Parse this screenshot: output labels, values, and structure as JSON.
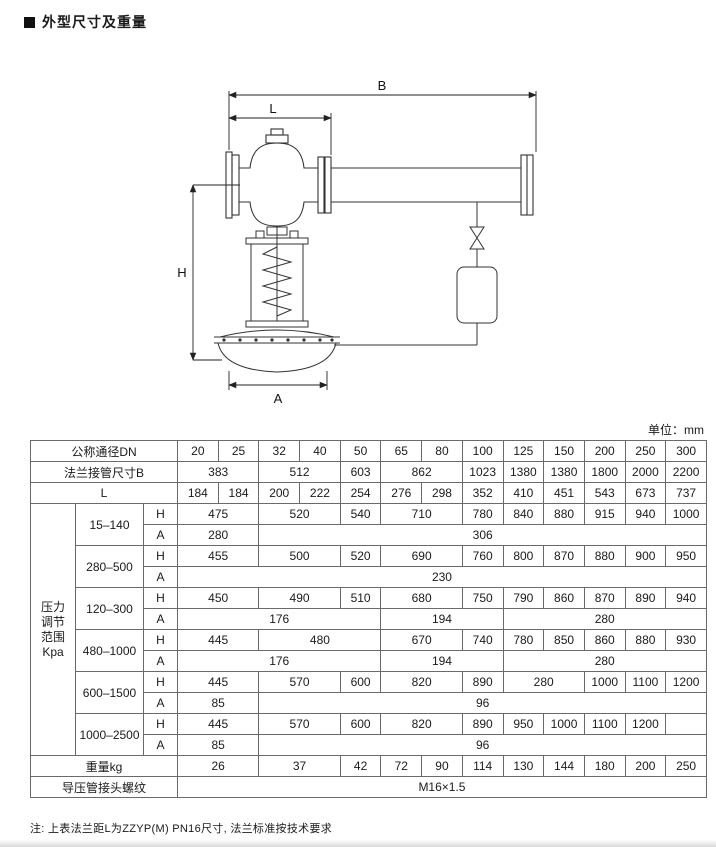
{
  "page": {
    "title": "外型尺寸及重量",
    "unit_label": "单位：mm",
    "note": "注: 上表法兰距L为ZZYP(M) PN16尺寸, 法兰标准按技术要求"
  },
  "drawing": {
    "dim_B": "B",
    "dim_L": "L",
    "dim_H": "H",
    "dim_A": "A"
  },
  "table": {
    "row_dn": {
      "label": "公称通径DN",
      "values": [
        "20",
        "25",
        "32",
        "40",
        "50",
        "65",
        "80",
        "100",
        "125",
        "150",
        "200",
        "250",
        "300"
      ]
    },
    "row_b": {
      "label": "法兰接管尺寸B",
      "cells": [
        {
          "v": "383",
          "span": 2
        },
        {
          "v": "512",
          "span": 2
        },
        {
          "v": "603",
          "span": 1
        },
        {
          "v": "862",
          "span": 2
        },
        {
          "v": "1023",
          "span": 1
        },
        {
          "v": "1380",
          "span": 1
        },
        {
          "v": "1380",
          "span": 1
        },
        {
          "v": "1800",
          "span": 1
        },
        {
          "v": "2000",
          "span": 1
        },
        {
          "v": "2200",
          "span": 1
        }
      ]
    },
    "row_l": {
      "label": "L",
      "values": [
        "184",
        "184",
        "200",
        "222",
        "254",
        "276",
        "298",
        "352",
        "410",
        "451",
        "543",
        "673",
        "737"
      ]
    },
    "pressure_group": {
      "label_lines": [
        "压力",
        "调节",
        "范围",
        "Kpa"
      ],
      "sub_h": "H",
      "sub_a": "A",
      "ranges": [
        {
          "range": "15–140",
          "h": [
            {
              "v": "475",
              "span": 2
            },
            {
              "v": "520",
              "span": 2
            },
            {
              "v": "540",
              "span": 1
            },
            {
              "v": "710",
              "span": 2
            },
            {
              "v": "780",
              "span": 1
            },
            {
              "v": "840",
              "span": 1
            },
            {
              "v": "880",
              "span": 1
            },
            {
              "v": "915",
              "span": 1
            },
            {
              "v": "940",
              "span": 1
            },
            {
              "v": "1000",
              "span": 1
            }
          ],
          "a": [
            {
              "v": "280",
              "span": 2
            },
            {
              "v": "306",
              "span": 11
            }
          ]
        },
        {
          "range": "280–500",
          "h": [
            {
              "v": "455",
              "span": 2
            },
            {
              "v": "500",
              "span": 2
            },
            {
              "v": "520",
              "span": 1
            },
            {
              "v": "690",
              "span": 2
            },
            {
              "v": "760",
              "span": 1
            },
            {
              "v": "800",
              "span": 1
            },
            {
              "v": "870",
              "span": 1
            },
            {
              "v": "880",
              "span": 1
            },
            {
              "v": "900",
              "span": 1
            },
            {
              "v": "950",
              "span": 1
            }
          ],
          "a": [
            {
              "v": "230",
              "span": 13
            }
          ]
        },
        {
          "range": "120–300",
          "h": [
            {
              "v": "450",
              "span": 2
            },
            {
              "v": "490",
              "span": 2
            },
            {
              "v": "510",
              "span": 1
            },
            {
              "v": "680",
              "span": 2
            },
            {
              "v": "750",
              "span": 1
            },
            {
              "v": "790",
              "span": 1
            },
            {
              "v": "860",
              "span": 1
            },
            {
              "v": "870",
              "span": 1
            },
            {
              "v": "890",
              "span": 1
            },
            {
              "v": "940",
              "span": 1
            }
          ],
          "a": [
            {
              "v": "176",
              "span": 5
            },
            {
              "v": "194",
              "span": 3
            },
            {
              "v": "280",
              "span": 5
            }
          ]
        },
        {
          "range": "480–1000",
          "h": [
            {
              "v": "445",
              "span": 2
            },
            {
              "v": "480",
              "span": 3
            },
            {
              "v": "670",
              "span": 2
            },
            {
              "v": "740",
              "span": 1
            },
            {
              "v": "780",
              "span": 1
            },
            {
              "v": "850",
              "span": 1
            },
            {
              "v": "860",
              "span": 1
            },
            {
              "v": "880",
              "span": 1
            },
            {
              "v": "930",
              "span": 1
            }
          ],
          "a": [
            {
              "v": "176",
              "span": 5
            },
            {
              "v": "194",
              "span": 3
            },
            {
              "v": "280",
              "span": 5
            }
          ]
        },
        {
          "range": "600–1500",
          "h": [
            {
              "v": "445",
              "span": 2
            },
            {
              "v": "570",
              "span": 2
            },
            {
              "v": "600",
              "span": 1
            },
            {
              "v": "820",
              "span": 2
            },
            {
              "v": "890",
              "span": 1
            },
            {
              "v": "280",
              "span": 2
            },
            {
              "v": "1000",
              "span": 1
            },
            {
              "v": "1100",
              "span": 1
            },
            {
              "v": "1200",
              "span": 1
            }
          ],
          "a": [
            {
              "v": "85",
              "span": 2
            },
            {
              "v": "96",
              "span": 11
            }
          ]
        },
        {
          "range": "1000–2500",
          "h": [
            {
              "v": "445",
              "span": 2
            },
            {
              "v": "570",
              "span": 2
            },
            {
              "v": "600",
              "span": 1
            },
            {
              "v": "820",
              "span": 2
            },
            {
              "v": "890",
              "span": 1
            },
            {
              "v": "950",
              "span": 1
            },
            {
              "v": "1000",
              "span": 1
            },
            {
              "v": "1100",
              "span": 1
            },
            {
              "v": "1200",
              "span": 1
            },
            {
              "v": "",
              "span": 1
            }
          ],
          "a": [
            {
              "v": "85",
              "span": 2
            },
            {
              "v": "96",
              "span": 11
            }
          ]
        }
      ]
    },
    "row_weight": {
      "label": "重量kg",
      "cells": [
        {
          "v": "26",
          "span": 2
        },
        {
          "v": "37",
          "span": 2
        },
        {
          "v": "42",
          "span": 1
        },
        {
          "v": "72",
          "span": 1
        },
        {
          "v": "90",
          "span": 1
        },
        {
          "v": "114",
          "span": 1
        },
        {
          "v": "130",
          "span": 1
        },
        {
          "v": "144",
          "span": 1
        },
        {
          "v": "180",
          "span": 1
        },
        {
          "v": "200",
          "span": 1
        },
        {
          "v": "250",
          "span": 1
        }
      ]
    },
    "row_thread": {
      "label": "导压管接头螺纹",
      "cells": [
        {
          "v": "M16×1.5",
          "span": 13
        }
      ]
    }
  }
}
